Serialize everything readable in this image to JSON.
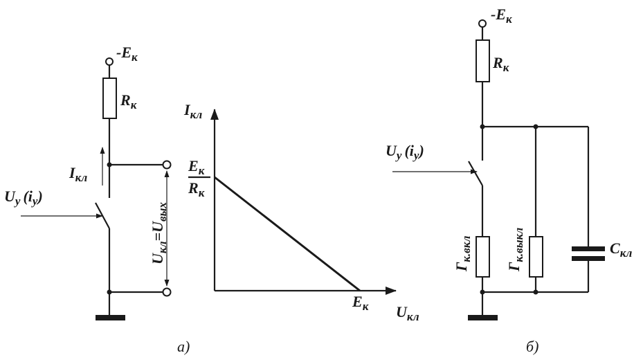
{
  "diagram_a": {
    "supply": {
      "sign": "-",
      "letter": "E",
      "sub": "к"
    },
    "resistor": {
      "letter": "R",
      "sub": "к"
    },
    "current": {
      "letter": "I",
      "sub": "кл"
    },
    "control": {
      "u": "U",
      "u_sub": "у",
      "i_open": "(",
      "i": "i",
      "i_sub": "у",
      "i_close": ")"
    },
    "output_voltage": {
      "u1": "U",
      "u1_sub": "кл",
      "eq": "=",
      "u2": "U",
      "u2_sub": "вых"
    },
    "caption": "а)"
  },
  "graph": {
    "y_axis": {
      "letter": "I",
      "sub": "кл"
    },
    "x_axis": {
      "letter": "U",
      "sub": "кл"
    },
    "y_intercept": {
      "num_letter": "E",
      "num_sub": "к",
      "den_letter": "R",
      "den_sub": "к"
    },
    "x_intercept": {
      "letter": "E",
      "sub": "к"
    }
  },
  "diagram_b": {
    "supply": {
      "sign": "-",
      "letter": "E",
      "sub": "к"
    },
    "resistor": {
      "letter": "R",
      "sub": "к"
    },
    "control": {
      "u": "U",
      "u_sub": "у",
      "i_open": "(",
      "i": "i",
      "i_sub": "у",
      "i_close": ")"
    },
    "g_on": {
      "letter": "Г",
      "sub": "к.вкл"
    },
    "g_off": {
      "letter": "Г",
      "sub": "к.выкл"
    },
    "capacitor": {
      "letter": "C",
      "sub": "кл"
    },
    "caption": "б)"
  }
}
